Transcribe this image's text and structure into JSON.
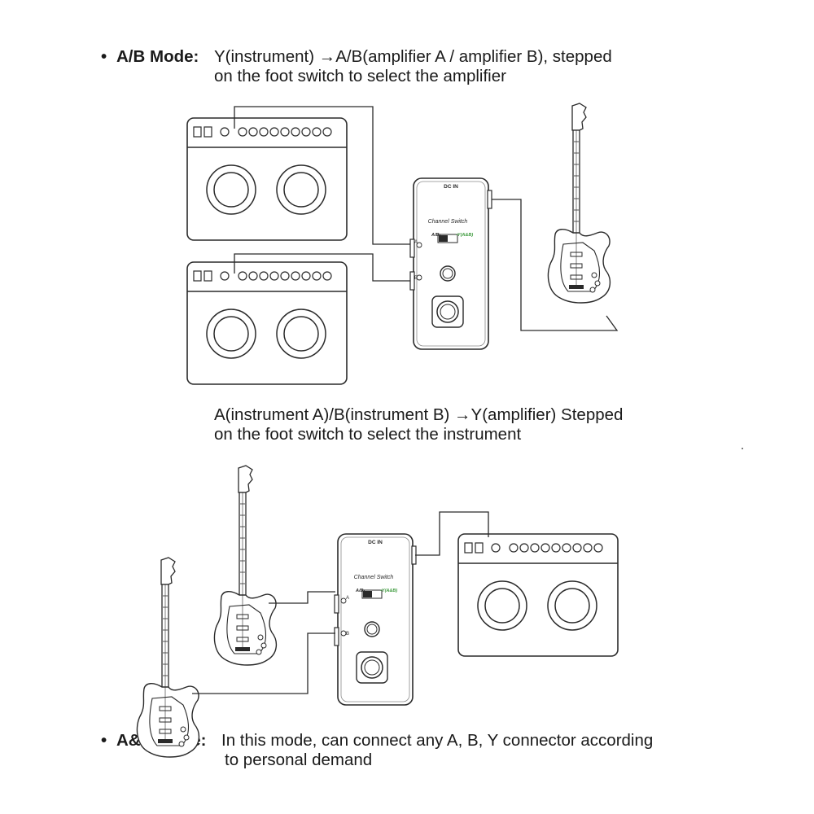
{
  "ab_mode": {
    "bullet": "•",
    "label": "A/B Mode:",
    "line1": "Y(instrument) →A/B(amplifier A / amplifier B), stepped",
    "line2": "on the foot switch to select the amplifier"
  },
  "reverse_mode": {
    "line1": "A(instrument A)/B(instrument B) →Y(amplifier) Stepped",
    "line2": "on the foot switch to select the instrument"
  },
  "ab_both_mode": {
    "bullet": "•",
    "label": "A&B Mode:",
    "line1": "In this mode, can connect any A, B, Y connector according",
    "line2": "to personal demand"
  },
  "pedal": {
    "dc_in": "DC IN",
    "name": "Channel Switch",
    "switch_left": "A/B•",
    "switch_right": "•Y(A&B)",
    "jack_a": "A",
    "jack_b": "B"
  },
  "colors": {
    "line": "#2a2a2a",
    "pedal_accent": "#3c9a3c"
  }
}
